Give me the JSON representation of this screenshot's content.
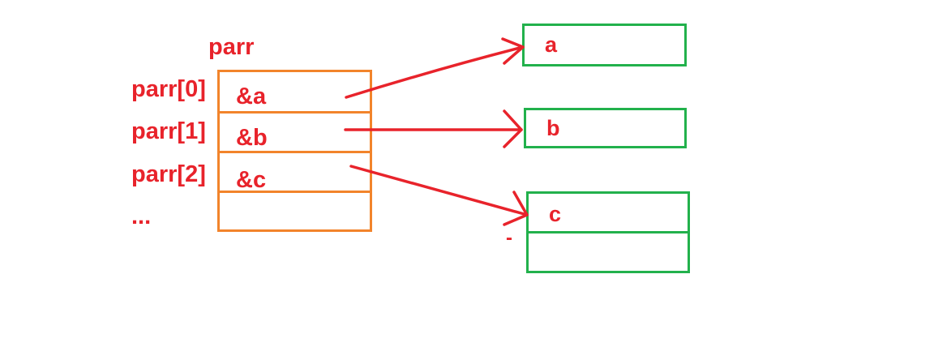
{
  "colors": {
    "text": "#e8232b",
    "array_border": "#f2842b",
    "target_border": "#22b14c",
    "arrow": "#e8232b"
  },
  "array": {
    "name": "parr",
    "index_labels": [
      "parr[0]",
      "parr[1]",
      "parr[2]",
      "..."
    ],
    "cells": [
      "&a",
      "&b",
      "&c",
      ""
    ]
  },
  "targets": {
    "a": "a",
    "b": "b",
    "c": "c",
    "dash": "-"
  },
  "arrows": [
    {
      "from": "&a",
      "to": "a"
    },
    {
      "from": "&b",
      "to": "b"
    },
    {
      "from": "&c",
      "to": "c"
    }
  ]
}
